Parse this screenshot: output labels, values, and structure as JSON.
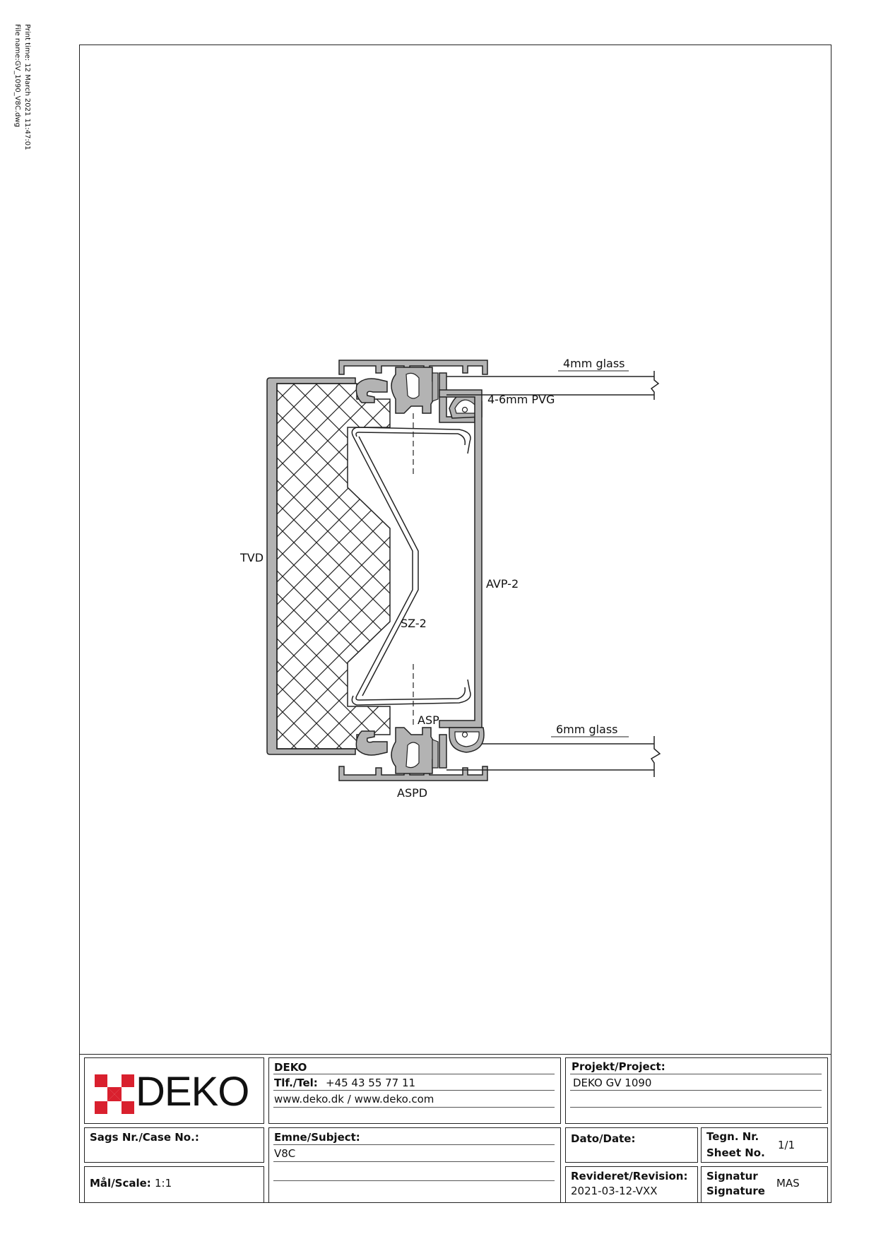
{
  "print_info": {
    "print_time": "Print time: 12 March 2021 11:47:01",
    "file_name": "File name:GV_1090_V8C.dwg"
  },
  "diagram": {
    "labels": {
      "glass_top": "4mm glass",
      "pvg": "4-6mm PVG",
      "tvd": "TVD",
      "avp": "AVP-2",
      "sz": "SZ-2",
      "asp": "ASP",
      "glass_bottom": "6mm glass",
      "aspd": "ASPD"
    }
  },
  "title_block": {
    "logo_text": "DEKO",
    "company": {
      "name": "DEKO",
      "tel_label": "Tlf./Tel:",
      "tel_value": "+45 43 55 77 11",
      "web": "www.deko.dk / www.deko.com"
    },
    "project": {
      "label": "Projekt/Project:",
      "value": "DEKO GV 1090"
    },
    "case": {
      "label": "Sags Nr./Case No.:",
      "value": ""
    },
    "subject": {
      "label": "Emne/Subject:",
      "value": "V8C"
    },
    "date": {
      "label": "Dato/Date:",
      "value": ""
    },
    "sheet": {
      "label_1": "Tegn. Nr.",
      "label_2": "Sheet No.",
      "value": "1/1"
    },
    "scale": {
      "label": "Mål/Scale:",
      "value": "1:1"
    },
    "revision": {
      "label": "Revideret/Revision:",
      "value": "2021-03-12-VXX"
    },
    "signature": {
      "label_1": "Signatur",
      "label_2": "Signature",
      "value": "MAS"
    }
  },
  "colors": {
    "profile_fill": "#b3b3b3",
    "line": "#222222",
    "logo_red": "#d9202e"
  }
}
